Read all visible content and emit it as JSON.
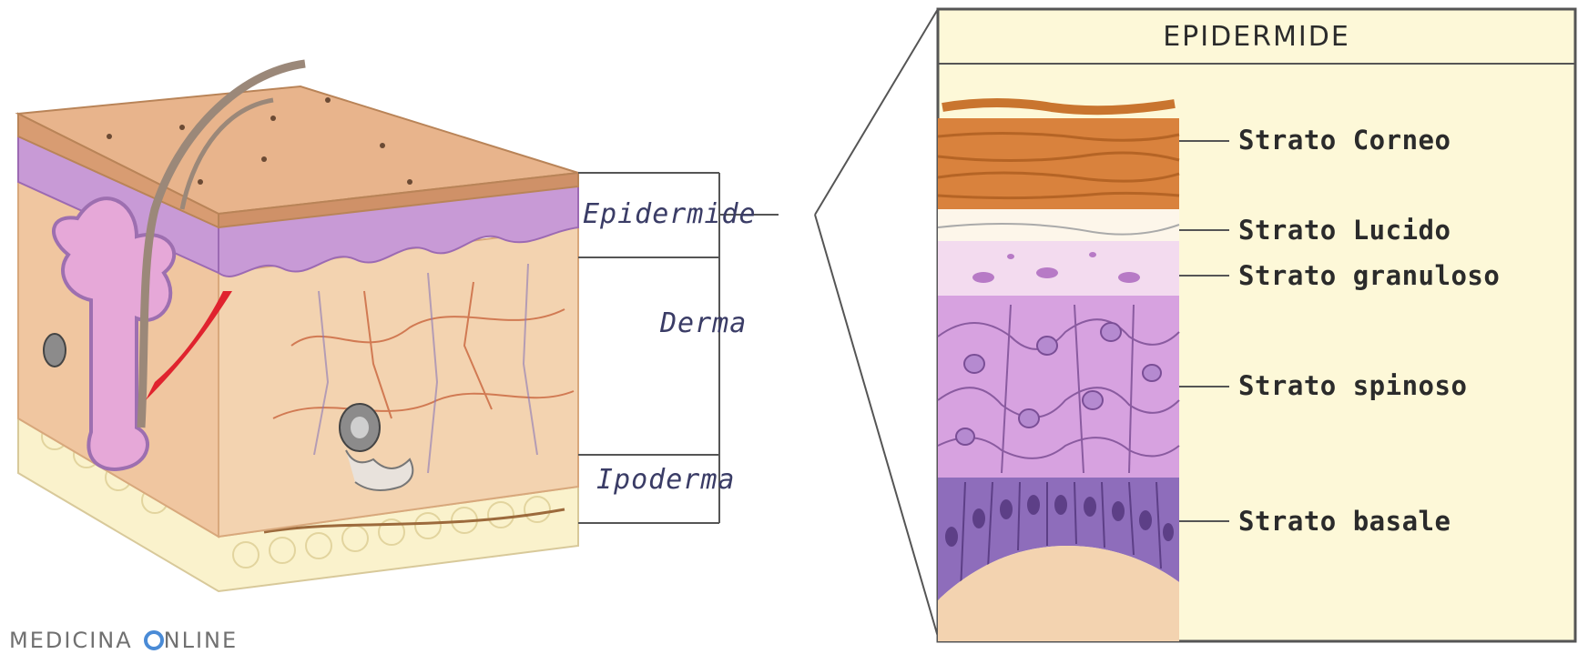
{
  "left_labels": {
    "epidermide": "Epidermide",
    "derma": "Derma",
    "ipoderma": "Ipoderma"
  },
  "panel": {
    "title": "EPIDERMIDE",
    "layers": [
      "Strato Corneo",
      "Strato Lucido",
      "Strato granuloso",
      "Strato spinoso",
      "Strato basale"
    ]
  },
  "brand": {
    "part1": "MEDICINA",
    "part2": "NLINE"
  },
  "colors": {
    "epidermis_surface": "#e8b48c",
    "epidermis_side": "#c89ad6",
    "dermis": "#f3d3b0",
    "hypodermis": "#faf2cc",
    "corneum": "#d9823d",
    "spinosum": "#d7a2e0",
    "basal": "#8e6dbb",
    "panel_bg": "#fdf8d8",
    "label_ink": "#3a3c66",
    "brand_blue": "#4a8bd6"
  }
}
